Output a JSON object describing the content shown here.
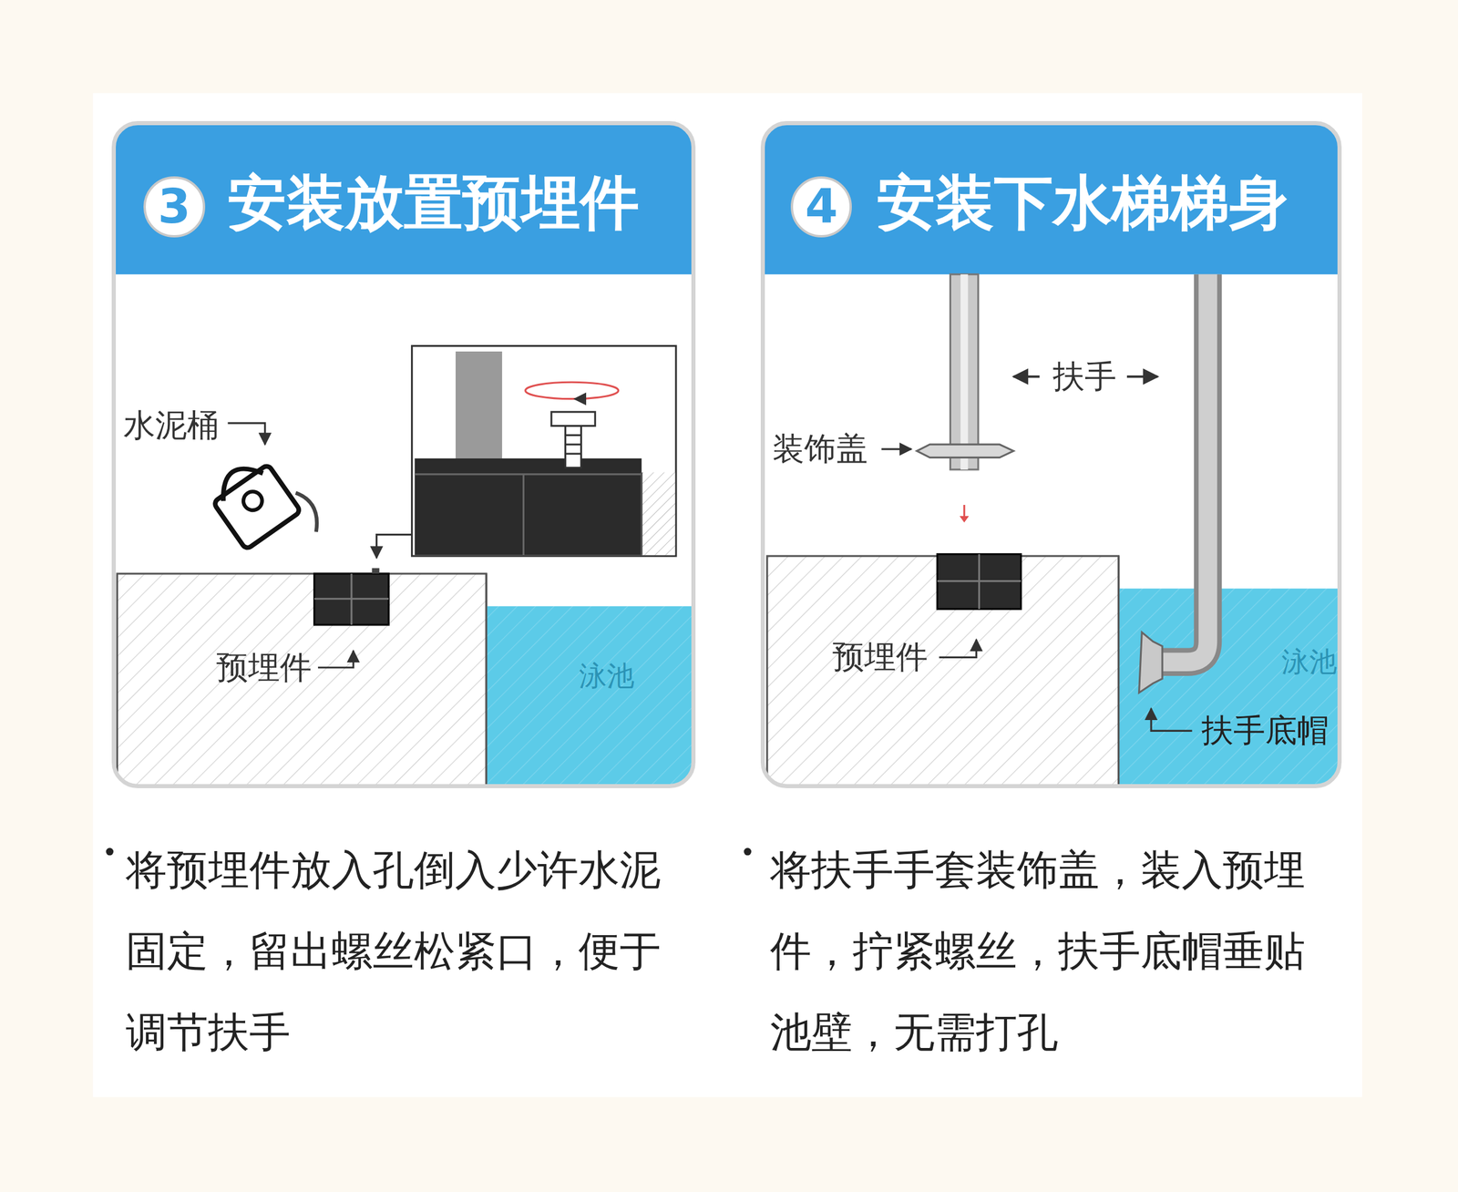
{
  "diagram": {
    "nodes": [
      {
        "text": [
          "安装放置预埋件"
        ]
      },
      {
        "text": [
          "3"
        ],
        "in": 0
      },
      {
        "text": [
          "安装下水梯梯身"
        ]
      },
      {
        "text": [
          "4"
        ],
        "in": 2
      }
    ],
    "labels": [
      "水泥桶",
      "预埋件",
      "泳池",
      "将预埋件放入孔倒入少许水泥固定，留出螺丝松紧口，便于调节扶手",
      "扶手",
      "装饰盖",
      "预埋件",
      "泳池",
      "扶手底帽",
      "将扶手手套装饰盖，装入预埋件，拧紧螺丝，扶手底帽垂贴池壁，无需打孔"
    ]
  }
}
